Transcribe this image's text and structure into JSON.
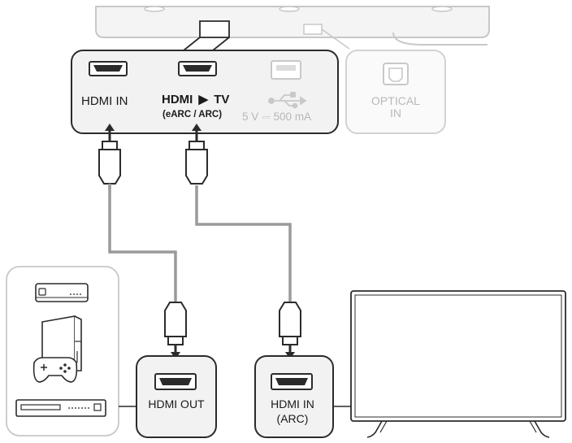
{
  "soundbar_panel": {
    "hdmi_in_label": "HDMI IN",
    "hdmi_tv_label_prefix": "HDMI",
    "hdmi_tv_arrow": "▶",
    "hdmi_tv_label_suffix": "TV",
    "hdmi_tv_sublabel": "(eARC / ARC)",
    "usb_label": "5 V ⎓ 500 mA"
  },
  "optical_panel": {
    "line1": "OPTICAL",
    "line2": "IN"
  },
  "source_port": {
    "label": "HDMI OUT"
  },
  "tv_port": {
    "line1": "HDMI IN",
    "line2": "(ARC)"
  },
  "icons": {
    "source_devices": [
      "set-top-box-icon",
      "game-console-icon",
      "gamepad-icon",
      "blu-ray-player-icon"
    ],
    "tv": "television-icon",
    "usb": "usb-icon",
    "optical": "optical-port-icon"
  },
  "colors": {
    "outline": "#2b2b2b",
    "panel_fill": "#f2f2f2",
    "cable_grey": "#9a9a9a",
    "faded": "#c8c8c8"
  }
}
